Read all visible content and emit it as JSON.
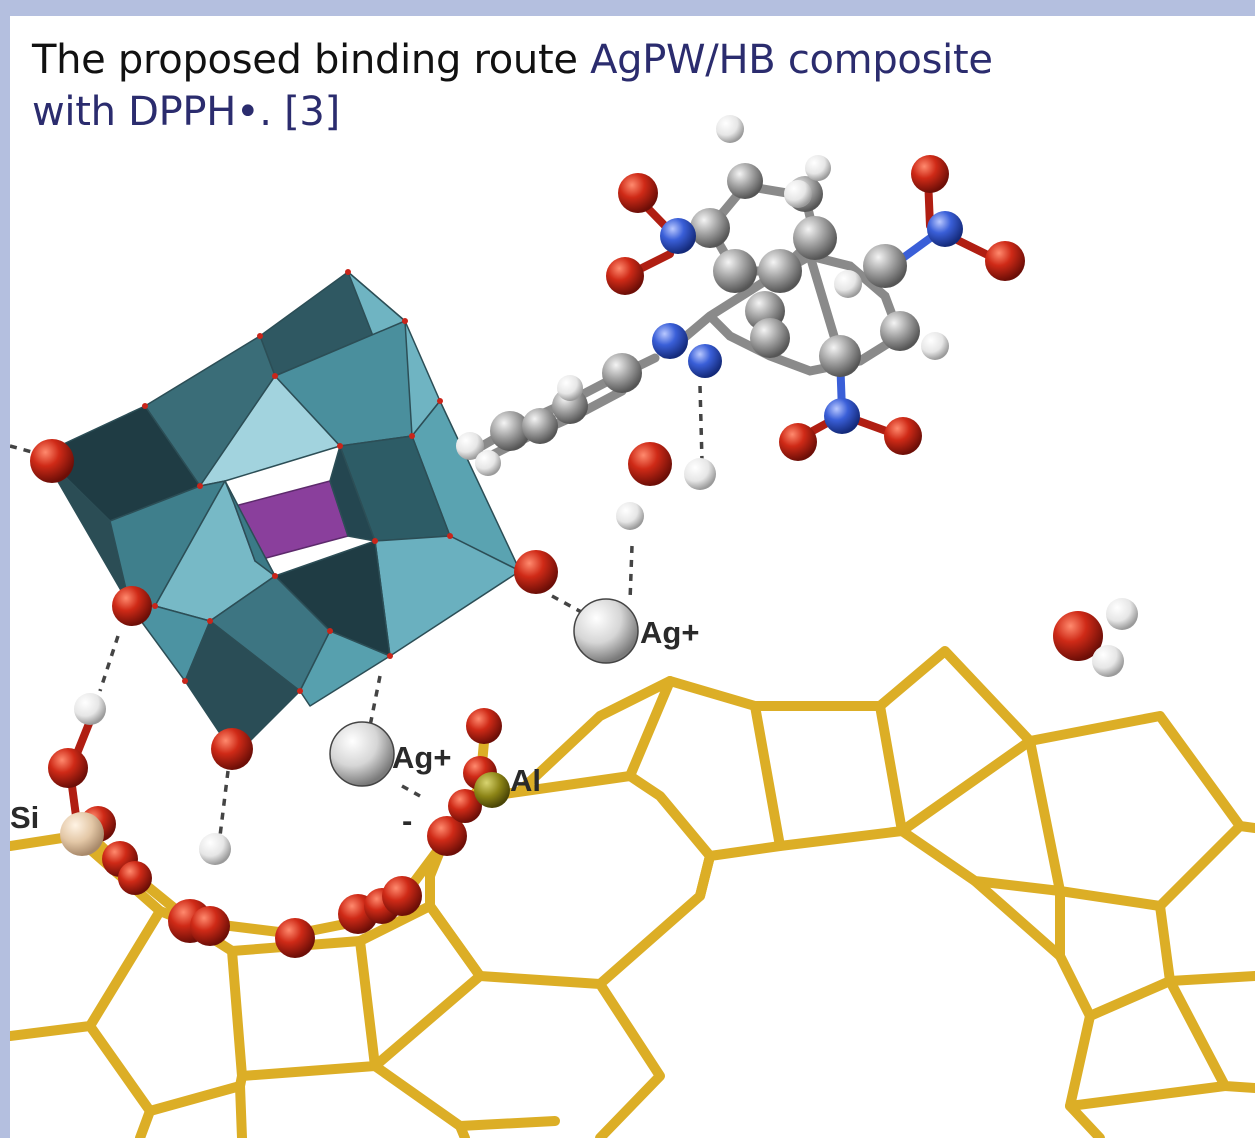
{
  "caption": {
    "plain": "The proposed binding route ",
    "highlight": "AgPW/HB composite",
    "line2": "with DPPH•. [3]"
  },
  "labels": {
    "ag_upper": "Ag+",
    "ag_lower": "Ag+",
    "al": "Al",
    "si": "Si",
    "minus": "-"
  },
  "colors": {
    "background": "#b4bfdf",
    "panel": "#ffffff",
    "caption_highlight": "#2b2c6e",
    "framework": "#dcae26",
    "oxygen": "#c9251a",
    "nitrogen": "#3a5fd8",
    "carbon": "#9a9a9a",
    "hydrogen": "#eeeeee",
    "polyhedra": "#4f96a4",
    "core": "#8a3f9c"
  }
}
